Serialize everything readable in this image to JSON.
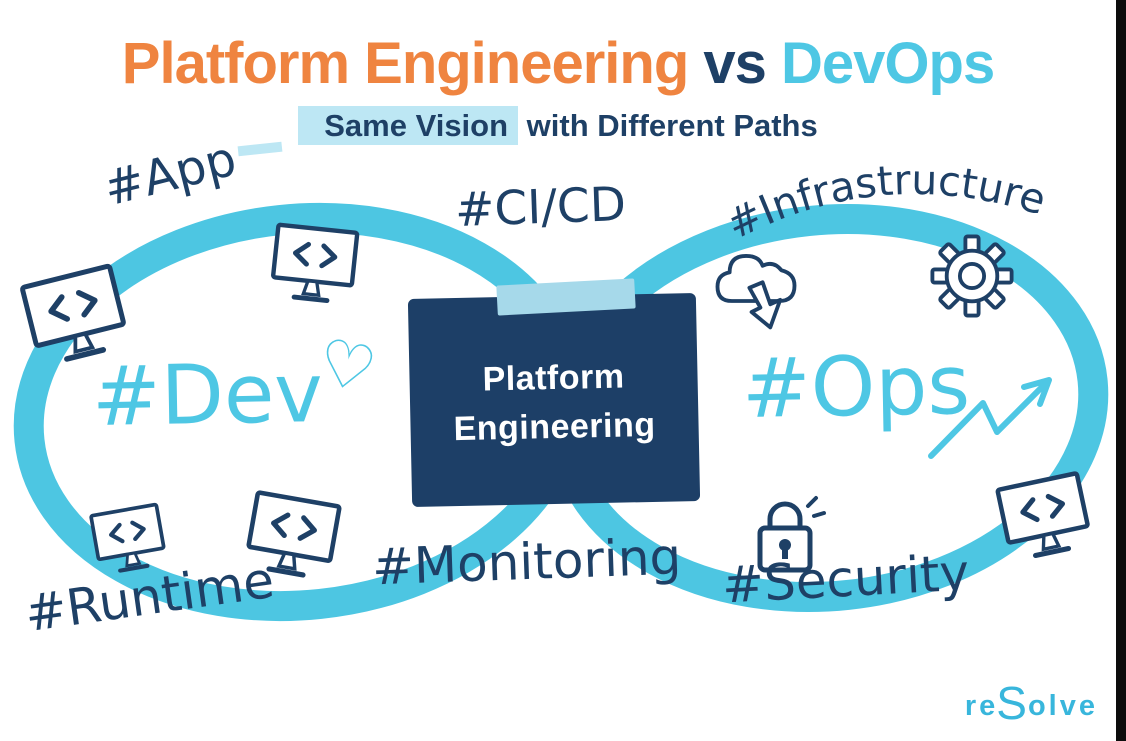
{
  "header": {
    "title_left": "Platform Engineering",
    "title_vs": " vs ",
    "title_right": "DevOps",
    "subtitle_highlight": "Same Vision",
    "subtitle_rest": " with Different Paths"
  },
  "diagram": {
    "center_box": {
      "line1": "Platform",
      "line2": "Engineering"
    },
    "labels": {
      "app": "#App",
      "cicd": "#CI/CD",
      "infrastructure": "#Infrastructure",
      "dev": "#Dev",
      "ops": "#Ops",
      "runtime": "#Runtime",
      "monitoring": "#Monitoring",
      "security": "#Security"
    },
    "icons": {
      "monitor_code": "monitor with <> code glyph",
      "cloud_download": "cloud with down arrow",
      "gear": "cog wheel",
      "lock": "padlock",
      "heart": "♡",
      "trend_arrow": "zigzag up-right arrow"
    }
  },
  "footer": {
    "brand_pre": "re",
    "brand_s": "S",
    "brand_post": "olve"
  },
  "colors": {
    "orange": "#EF8440",
    "navy": "#1E4066",
    "cyan": "#4EC7E4",
    "loop": "#4DC6E2",
    "highlight": "#BDE7F4",
    "box": "#1D3F67",
    "tape": "#A6D9EA",
    "brand": "#38B6DC",
    "right_edge": "#0D0D0D"
  }
}
